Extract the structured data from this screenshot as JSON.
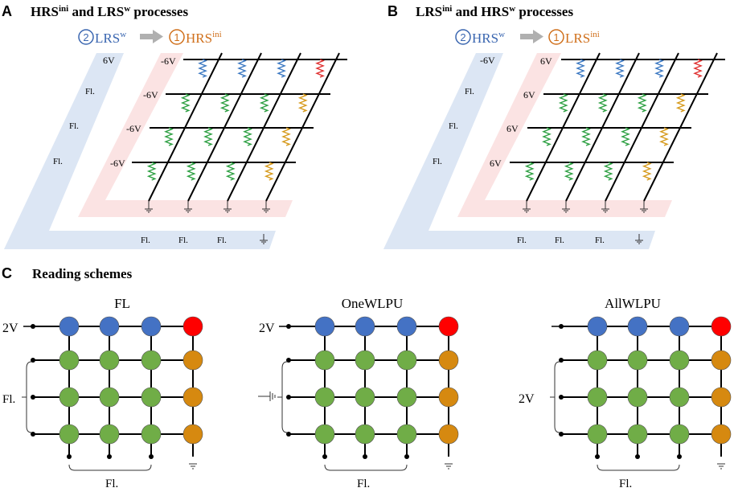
{
  "panel_a": {
    "letter": "A",
    "title_prefix": "HRS",
    "title_sup1": "ini",
    "title_mid": " and LRS",
    "title_sup2": "w",
    "title_suffix": " processes",
    "step2_num": "2",
    "step2_text": "LRS",
    "step2_sup": "w",
    "step1_num": "1",
    "step1_text": "HRS",
    "step1_sup": "ini",
    "outer_voltage": "6V",
    "row_voltages": [
      "-6V",
      "-6V",
      "-6V",
      "-6V"
    ],
    "floating_left": [
      "Fl.",
      "Fl.",
      "Fl."
    ],
    "floating_bottom": [
      "Fl.",
      "Fl.",
      "Fl."
    ]
  },
  "panel_b": {
    "letter": "B",
    "title_prefix": "LRS",
    "title_sup1": "ini",
    "title_mid": " and HRS",
    "title_sup2": "w",
    "title_suffix": " processes",
    "step2_num": "2",
    "step2_text": "HRS",
    "step2_sup": "w",
    "step1_num": "1",
    "step1_text": "LRS",
    "step1_sup": "ini",
    "outer_voltage": "-6V",
    "row_voltages": [
      "6V",
      "6V",
      "6V",
      "6V"
    ],
    "floating_left": [
      "Fl.",
      "Fl.",
      "Fl."
    ],
    "floating_bottom": [
      "Fl.",
      "Fl.",
      "Fl."
    ]
  },
  "panel_c": {
    "letter": "C",
    "title": "Reading schemes",
    "schemes": [
      {
        "name": "FL",
        "top_voltage": "2V",
        "side_label": "Fl.",
        "bottom_label": "Fl."
      },
      {
        "name": "OneWLPU",
        "top_voltage": "2V",
        "side_label": "",
        "bottom_label": "Fl."
      },
      {
        "name": "AllWLPU",
        "top_voltage": "",
        "side_label": "2V",
        "bottom_label": "Fl."
      }
    ]
  },
  "colors": {
    "blue_cell": "#4472C4",
    "red_cell": "#FF0000",
    "green_cell": "#70AD47",
    "orange_cell": "#D68910",
    "band_blue": "#DCE6F4",
    "band_pink": "#FBE3E3",
    "resistor_blue": "#3B78C2",
    "resistor_red": "#E03030",
    "resistor_green": "#2EA043",
    "resistor_orange": "#D69A1C",
    "step_blue": "#3A66B0",
    "step_orange": "#D0701C",
    "arrow_gray": "#B0B0B0"
  }
}
